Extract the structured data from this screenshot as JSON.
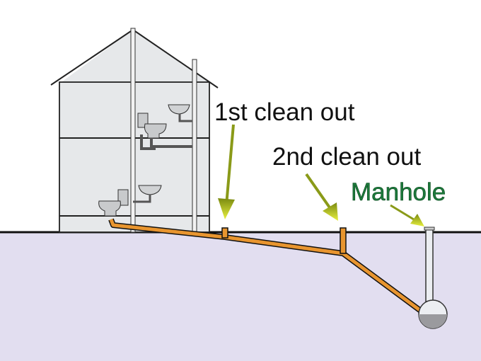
{
  "labels": {
    "cleanout1": "1st clean out",
    "cleanout2": "2nd clean out",
    "manhole": "Manhole"
  },
  "colors": {
    "ground": "#e2def0",
    "house": "#e6e8ea",
    "pipe": "#e8952f",
    "arrow": "#a8b820",
    "manhole_label": "#1d7a3c"
  }
}
